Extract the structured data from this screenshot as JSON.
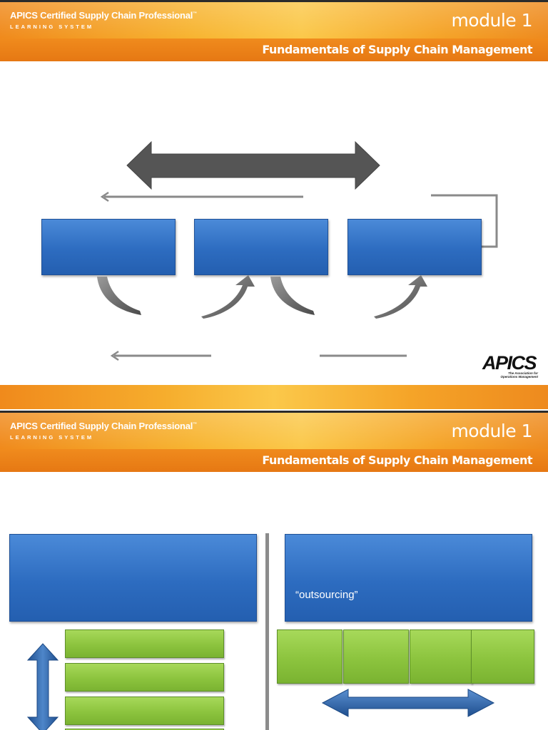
{
  "header": {
    "brand": "APICS Certified Supply Chain Professional",
    "brand_tm": "™",
    "subbrand": "LEARNING SYSTEM",
    "module": "module 1",
    "course": "Fundamentals of Supply Chain Management"
  },
  "logo": {
    "name": "APICS",
    "tagline": "The Association for Operations Management"
  },
  "slide2": {
    "right_top_box_text": "“outsourcing”"
  },
  "colors": {
    "header_orange": "#f08a1c",
    "header_yellow": "#fbc84a",
    "box_blue": "#2d6cc0",
    "box_green": "#8cc43e",
    "arrow_gray": "#555555"
  }
}
